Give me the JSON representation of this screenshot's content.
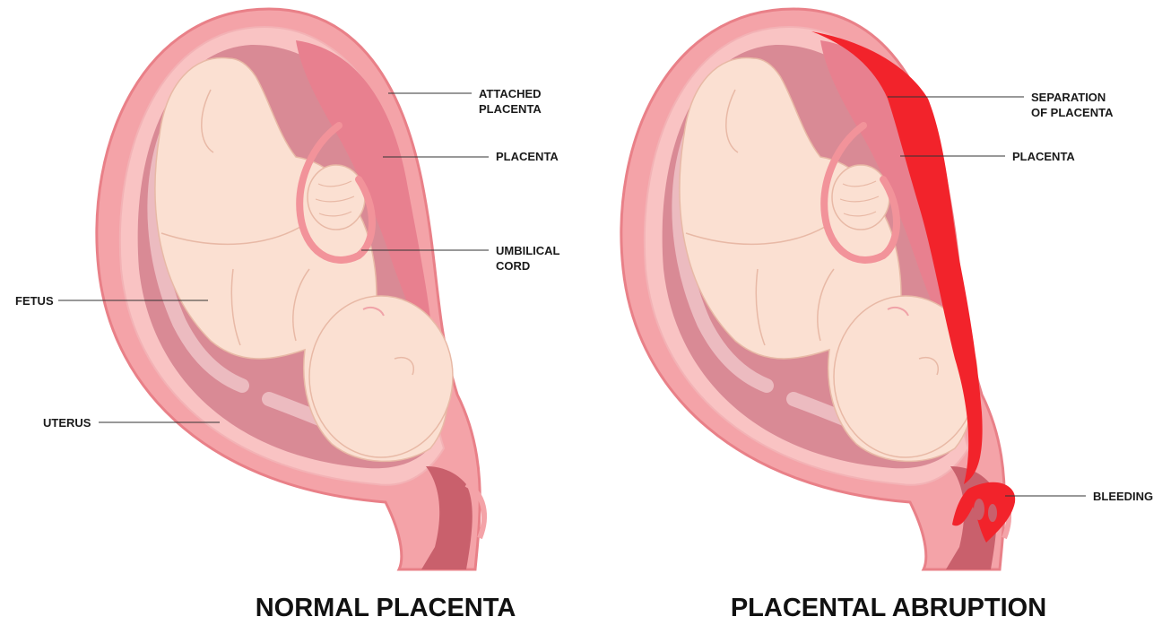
{
  "colors": {
    "uterus_outer": "#f4a3a8",
    "uterus_edge": "#e98088",
    "uterus_inner": "#f9c3c3",
    "amniotic": "#d98a95",
    "placenta": "#e8808f",
    "fetus": "#fbe0d2",
    "fetus_line": "#e8b9a6",
    "cord": "#f2939a",
    "cervix": "#c9606c",
    "blood": "#f2232b",
    "label_text": "#1a1a1a"
  },
  "panels": [
    {
      "title": "NORMAL PLACENTA",
      "labels": {
        "attached_placenta": [
          "ATTACHED",
          "PLACENTA"
        ],
        "placenta": "PLACENTA",
        "umbilical_cord": [
          "UMBILICAL",
          "CORD"
        ],
        "fetus": "FETUS",
        "uterus": "UTERUS"
      }
    },
    {
      "title": "PLACENTAL ABRUPTION",
      "labels": {
        "separation": [
          "SEPARATION",
          "OF PLACENTA"
        ],
        "placenta": "PLACENTA",
        "bleeding": "BLEEDING"
      }
    }
  ]
}
